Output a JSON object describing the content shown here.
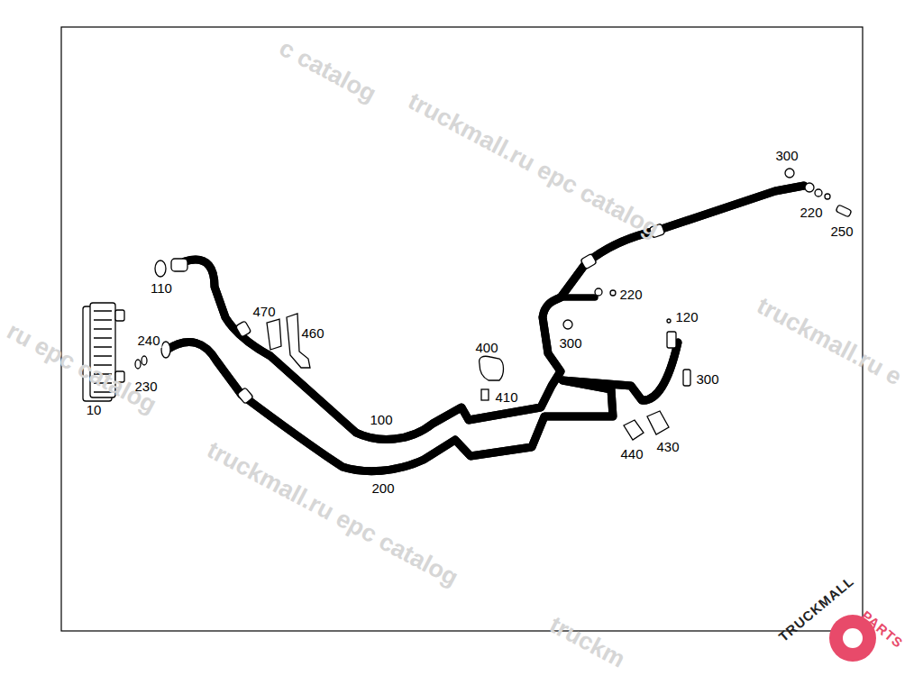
{
  "diagram": {
    "labels": [
      "300",
      "220",
      "250",
      "220",
      "120",
      "300",
      "300",
      "110",
      "470",
      "460",
      "240",
      "230",
      "10",
      "400",
      "410",
      "100",
      "200",
      "440",
      "430",
      "c catalog",
      "truckmall.ru epc catalog",
      "truckmall.ru e",
      "ru epc catalog",
      "truckmall.ru epc catalog",
      "truckm",
      "TRUCKMALL",
      "PARTS"
    ]
  }
}
